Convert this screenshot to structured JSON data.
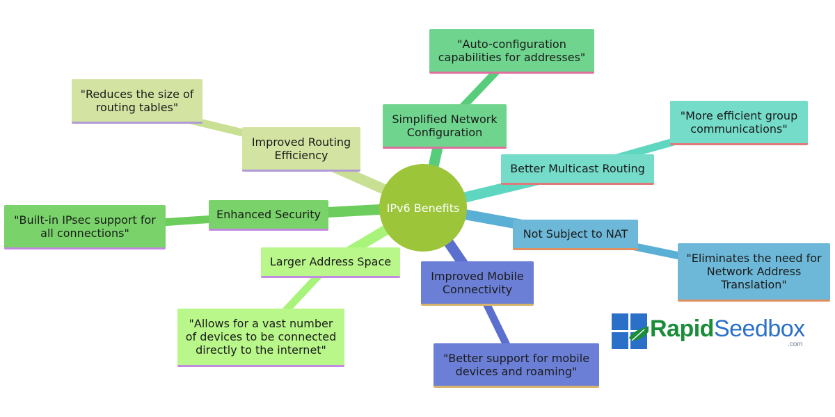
{
  "root": {
    "label": "IPv6 Benefits",
    "color": "#9cc53a"
  },
  "branches": [
    {
      "id": "routing",
      "label": "Improved Routing\nEfficiency",
      "color": "#d3e4a2",
      "line": "#c9df93",
      "underline": "#b09ad6",
      "leaf": {
        "label": "\"Reduces the size of\nrouting tables\"",
        "color": "#d3e4a2",
        "underline": "#b09ad6"
      }
    },
    {
      "id": "config",
      "label": "Simplified Network\nConfiguration",
      "color": "#6fd48e",
      "line": "#57cc7a",
      "underline": "#e06fa0",
      "leaf": {
        "label": "\"Auto-configuration\ncapabilities for addresses\"",
        "color": "#6fd48e",
        "underline": "#e06fa0"
      }
    },
    {
      "id": "multicast",
      "label": "Better Multicast Routing",
      "color": "#74dcc9",
      "line": "#5fd6c0",
      "underline": "#e07a7a",
      "leaf": {
        "label": "\"More efficient group\ncommunications\"",
        "color": "#74dcc9",
        "underline": "#e07a7a"
      }
    },
    {
      "id": "nat",
      "label": "Not Subject to NAT",
      "color": "#6db8d8",
      "line": "#5aafd4",
      "underline": "#e09060",
      "leaf": {
        "label": "\"Eliminates the need for\nNetwork Address\nTranslation\"",
        "color": "#6db8d8",
        "underline": "#e09060"
      }
    },
    {
      "id": "mobile",
      "label": "Improved Mobile\nConnectivity",
      "color": "#6b7fd6",
      "line": "#5b6fcf",
      "underline": "#d6b26a",
      "leaf": {
        "label": "\"Better support for mobile\ndevices and roaming\"",
        "color": "#6b7fd6",
        "underline": "#d6b26a"
      }
    },
    {
      "id": "address",
      "label": "Larger Address Space",
      "color": "#b9f78a",
      "line": "#a8f47a",
      "underline": "#c28ae0",
      "leaf": {
        "label": "\"Allows for a vast number\nof devices to be connected\ndirectly to the internet\"",
        "color": "#b9f78a",
        "underline": "#c28ae0"
      }
    },
    {
      "id": "security",
      "label": "Enhanced Security",
      "color": "#79d36a",
      "line": "#6ccc5c",
      "underline": "#c28ae0",
      "leaf": {
        "label": "\"Built-in IPsec support for\nall connections\"",
        "color": "#79d36a",
        "underline": "#c28ae0"
      }
    }
  ],
  "logo": {
    "text_bold": "Rapid",
    "text_regular": "Seedbox",
    "suffix": ".com",
    "icon": "rapidseedbox-grid-icon",
    "grid_color": "#2a70c8",
    "leaf_color": "#1a8c3a"
  }
}
